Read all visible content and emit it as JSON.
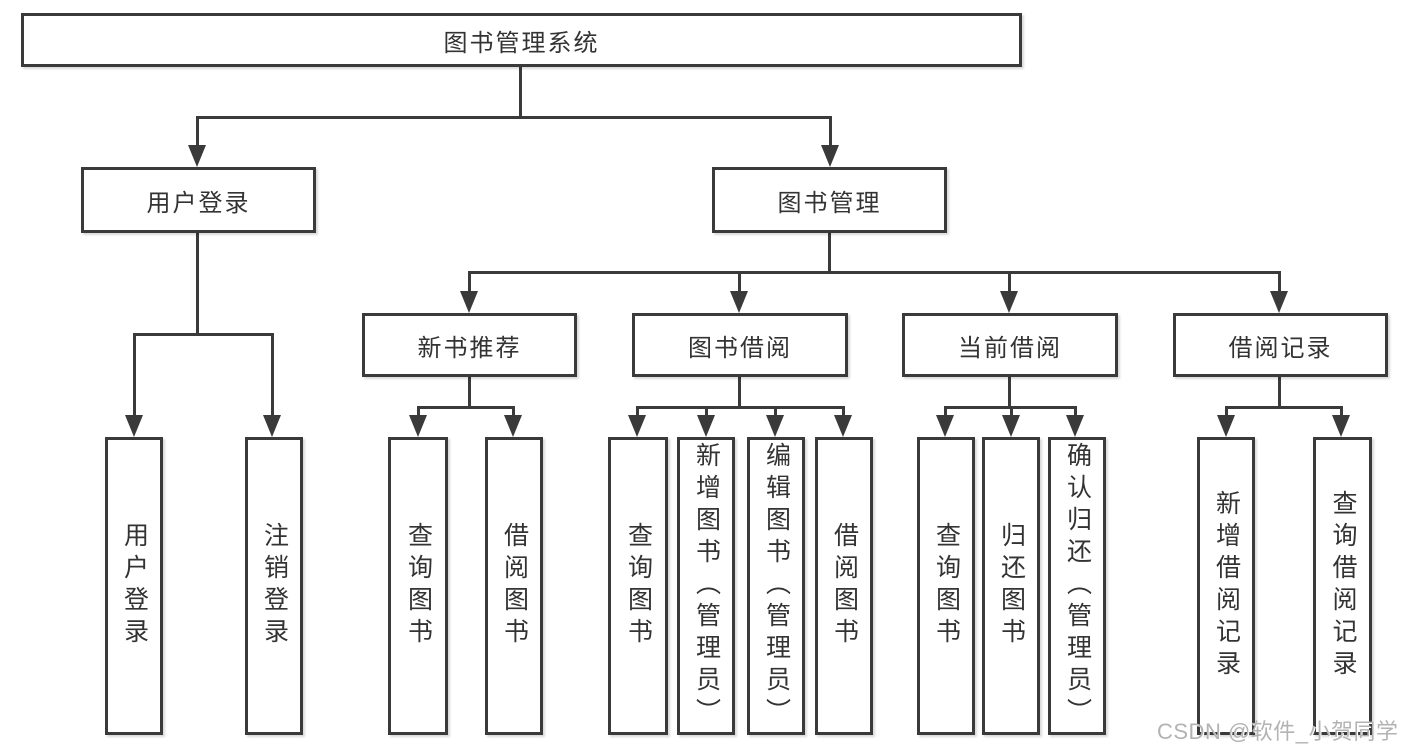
{
  "diagram": {
    "root": {
      "label": "图书管理系统",
      "children": [
        {
          "label": "用户登录",
          "children": [
            {
              "label": "用户登录"
            },
            {
              "label": "注销登录"
            }
          ]
        },
        {
          "label": "图书管理",
          "children": [
            {
              "label": "新书推荐",
              "children": [
                {
                  "label": "查询图书"
                },
                {
                  "label": "借阅图书"
                }
              ]
            },
            {
              "label": "图书借阅",
              "children": [
                {
                  "label": "查询图书"
                },
                {
                  "label": "新增图书（管理员）"
                },
                {
                  "label": "编辑图书（管理员）"
                },
                {
                  "label": "借阅图书"
                }
              ]
            },
            {
              "label": "当前借阅",
              "children": [
                {
                  "label": "查询图书"
                },
                {
                  "label": "归还图书"
                },
                {
                  "label": "确认归还（管理员）"
                }
              ]
            },
            {
              "label": "借阅记录",
              "children": [
                {
                  "label": "新增借阅记录"
                },
                {
                  "label": "查询借阅记录"
                }
              ]
            }
          ]
        }
      ]
    }
  },
  "watermark": {
    "text": "CSDN @软件_小贺同学"
  },
  "colors": {
    "line": "#3a3a3a",
    "text": "#333333",
    "watermark": "#b3b3b3",
    "background": "#ffffff"
  }
}
